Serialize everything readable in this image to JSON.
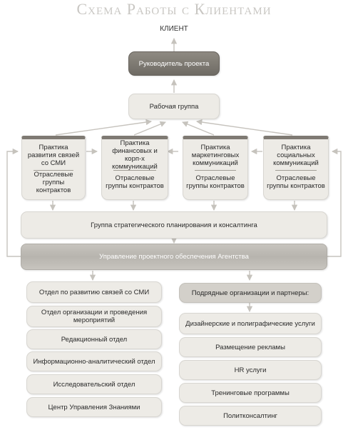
{
  "header": {
    "title": "Схема Работы с Клиентами"
  },
  "client": {
    "label": "КЛИЕНТ"
  },
  "project_lead": {
    "label": "Руководитель проекта"
  },
  "work_group": {
    "label": "Рабочая группа"
  },
  "practices": [
    {
      "title": "Практика развития связей со СМИ",
      "groups": "Отраслевые группы контрактов"
    },
    {
      "title": "Практика финансовых и корп-х коммуникаций",
      "groups": "Отраслевые группы контрактов"
    },
    {
      "title": "Практика маркетинговых коммуникаций",
      "groups": "Отраслевые группы контрактов"
    },
    {
      "title": "Практика социальных коммуникаций",
      "groups": "Отраслевые группы контрактов"
    }
  ],
  "strategy_group": {
    "label": "Группа стратегического планирования и консалтинга"
  },
  "agency_support": {
    "label": "Управление проектного обеспечения Агентства"
  },
  "departments": [
    "Отдел по развитию связей со СМИ",
    "Отдел организации и проведения мероприятий",
    "Редакционный отдел",
    "Информационно-аналитический отдел",
    "Исследовательский отдел",
    "Центр Управления Знаниями"
  ],
  "contractors": {
    "heading": "Подрядные организации и партнеры:",
    "items": [
      "Дизайнерские и полиграфические услуги",
      "Размещение рекламы",
      "HR услуги",
      "Тренинговые программы",
      "Политконсалтинг"
    ]
  },
  "colors": {
    "box_fill": "#edebe6",
    "dark_box": "#7a756e",
    "band": "#bfbcb6",
    "title": "#c9c7c3",
    "arrow": "#c6c3bd"
  }
}
